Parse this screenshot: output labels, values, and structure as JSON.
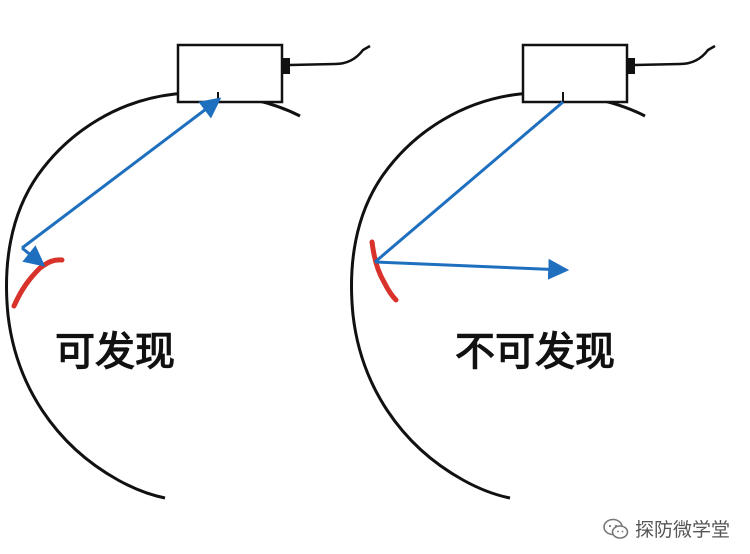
{
  "left_panel": {
    "caption": "可发现"
  },
  "right_panel": {
    "caption": "不可发现"
  },
  "watermark": {
    "text": "探防微学堂",
    "icon": "wechat-icon"
  },
  "colors": {
    "outline": "#111111",
    "beam": "#1f6fbf",
    "defect": "#d8322a"
  }
}
